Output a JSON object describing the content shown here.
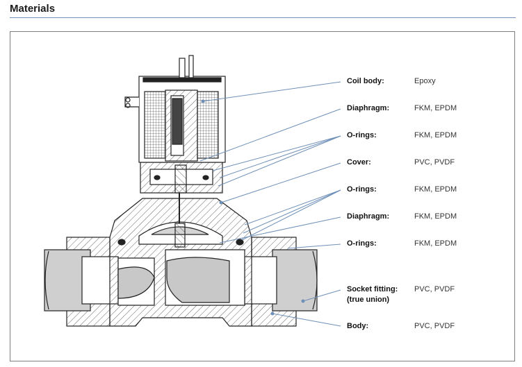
{
  "header": {
    "title": "Materials"
  },
  "materials": [
    {
      "part": "Coil body:",
      "material": "Epoxy"
    },
    {
      "part": "Diaphragm:",
      "material": "FKM, EPDM"
    },
    {
      "part": "O-rings:",
      "material": "FKM, EPDM"
    },
    {
      "part": "Cover:",
      "material": "PVC, PVDF"
    },
    {
      "part": "O-rings:",
      "material": "FKM, EPDM"
    },
    {
      "part": "Diaphragm:",
      "material": "FKM, EPDM"
    },
    {
      "part": "O-rings:",
      "material": "FKM, EPDM"
    },
    {
      "part": "Socket fitting:",
      "part_line2": "(true union)",
      "material": "PVC, PVDF"
    },
    {
      "part": "Body:",
      "material": "PVC, PVDF"
    }
  ],
  "colors": {
    "leader": "#6f90b8",
    "hatch": "#555555",
    "frame": "#7d7d7d"
  }
}
